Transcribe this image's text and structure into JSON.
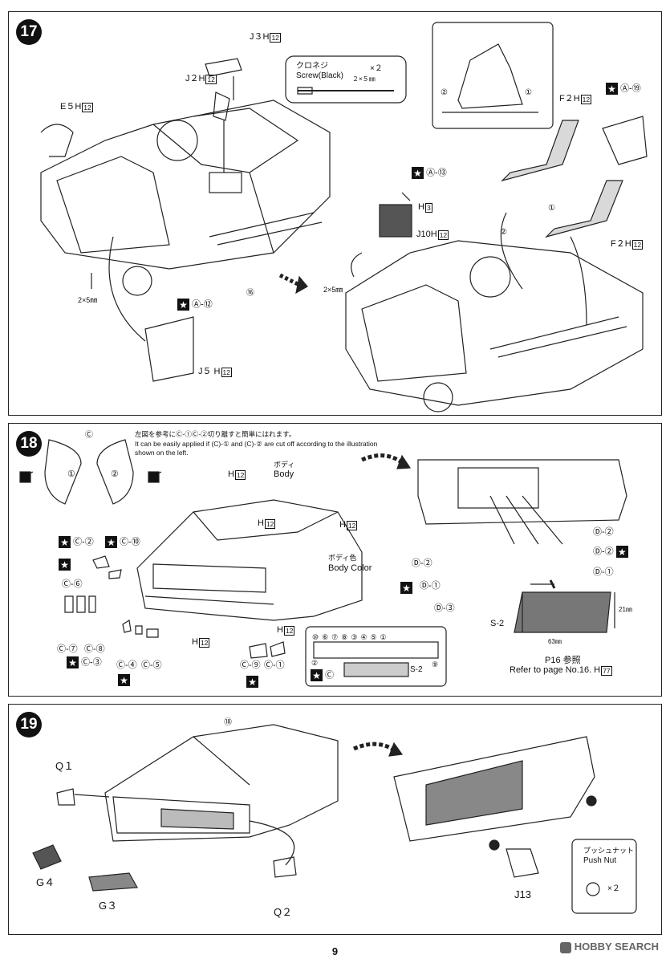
{
  "steps": {
    "s17": {
      "number": "17",
      "parts": {
        "j3": "J３H",
        "j3_box": "12",
        "j2": "J２H",
        "j2_box": "12",
        "e5": "E５H",
        "e5_box": "12",
        "j5": "J５ H",
        "j5_box": "12",
        "f2a": "F２H",
        "f2a_box": "12",
        "f2b": "F２H",
        "f2b_box": "12",
        "h3": "H",
        "h3_box": "3",
        "j10": "J10H",
        "j10_box": "12",
        "decal_a12": "Ⓐ-⑫",
        "decal_a13": "Ⓐ-⑬",
        "decal_a19": "Ⓐ-⑲",
        "screw_a": "2×5㎜",
        "screw_b": "2×5㎜",
        "ref16": "⑯",
        "seat_1": "①",
        "seat_2": "②",
        "seat_2b": "②",
        "seat_1b": "①"
      },
      "screw_box": {
        "jp": "クロネジ",
        "en": "Screw(Black)",
        "qty": "×２",
        "size": "２×５㎜"
      }
    },
    "s18": {
      "number": "18",
      "c_label": "Ⓒ",
      "c1": "①",
      "c2": "②",
      "note_jp": "左図を参考にⒸ-①Ⓒ-②切り離すと簡単にはれます。",
      "note_en_1": "It can be easily applied if (C)-① and (C)-② are cut off according to the illustration",
      "note_en_2": "shown on the left.",
      "body_jp": "ボディ",
      "body_en": "Body",
      "bodycolor_jp": "ボディ色",
      "bodycolor_en": "Body Color",
      "h12_a": "H",
      "h12_a_box": "12",
      "h12_b": "H",
      "h12_b_box": "12",
      "h12_c": "H",
      "h12_c_box": "12",
      "h12_d": "H",
      "h12_d_box": "12",
      "h12_e": "H",
      "h12_e_box": "12",
      "decals_left": [
        "Ⓒ-②",
        "Ⓒ-⑩",
        "Ⓒ-⑥",
        "Ⓒ-⑦",
        "Ⓒ-⑧",
        "Ⓒ-③",
        "Ⓒ-④",
        "Ⓒ-⑤",
        "Ⓒ-⑨",
        "Ⓒ-①"
      ],
      "decals_right": [
        "Ⓓ-②",
        "Ⓓ-②",
        "Ⓓ-②",
        "Ⓓ-①",
        "Ⓓ-①",
        "Ⓓ-③"
      ],
      "s2": "S-2",
      "dim_h": "21㎜",
      "dim_w": "63㎜",
      "ref_jp": "P16 参照",
      "ref_en": "Refer to page No.16. H",
      "ref_box": "77",
      "grille_nums_top": [
        "⑩",
        "⑥",
        "⑦",
        "⑧",
        "③",
        "④",
        "⑤",
        "①"
      ],
      "grille_2": "②",
      "grille_9": "⑨",
      "grille_s2": "S-2",
      "grille_c": "Ⓒ"
    },
    "s19": {
      "number": "19",
      "ref18": "⑱",
      "q1": "Q１",
      "q2": "Q２",
      "g4": "G４",
      "g3": "G３",
      "j13": "J13",
      "pushnut_jp": "プッシュナット",
      "pushnut_en": "Push Nut",
      "pushnut_qty": "×２"
    }
  },
  "page_number": "9",
  "watermark": "HOBBY SEARCH"
}
